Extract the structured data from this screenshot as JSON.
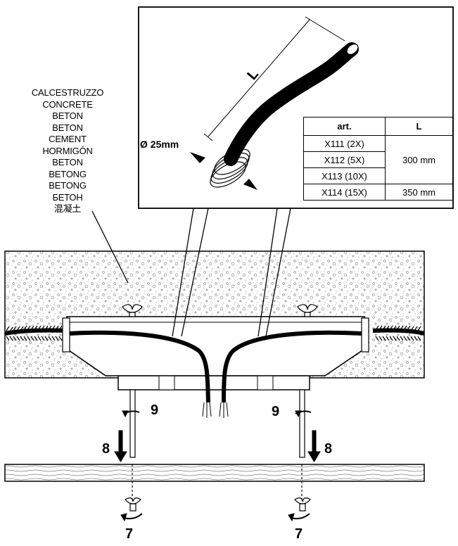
{
  "materials": [
    "CALCESTRUZZO",
    "CONCRETE",
    "BETON",
    "BETON",
    "CEMENT",
    "HORMIGÓN",
    "BETON",
    "BETONG",
    "BETONG",
    "БЕТОН",
    "混凝土"
  ],
  "detail": {
    "diameter_label": "Ø 25mm",
    "length_symbol": "L"
  },
  "table": {
    "headers": [
      "art.",
      "L"
    ],
    "rows": [
      {
        "art": "X111 (2X)",
        "length": "300 mm"
      },
      {
        "art": "X112 (5X)",
        "length": ""
      },
      {
        "art": "X113 (10X)",
        "length": ""
      },
      {
        "art": "X114 (15X)",
        "length": "350 mm"
      }
    ]
  },
  "steps": {
    "left_9": "9",
    "right_9": "9",
    "left_8": "8",
    "right_8": "8",
    "left_7": "7",
    "right_7": "7"
  }
}
